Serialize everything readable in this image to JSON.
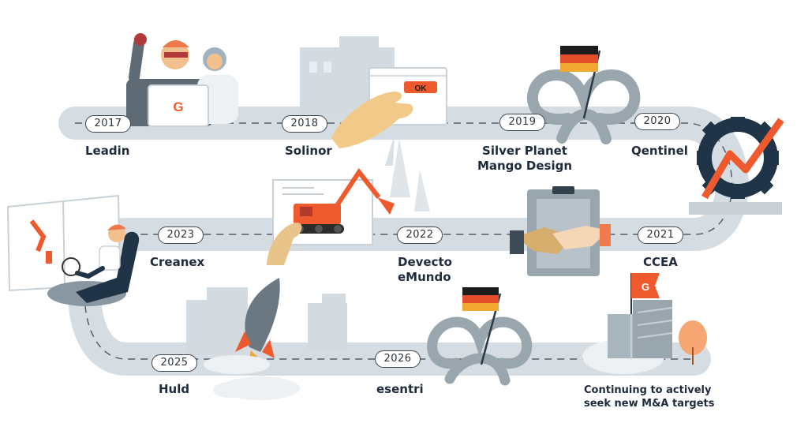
{
  "colors": {
    "road": "#d6dde2",
    "dash": "#555d66",
    "ink": "#1f2b3d",
    "accent": "#ee5a2e",
    "grey_building": "#c5ced4",
    "steel": "#9aa6ad",
    "dark_steel": "#1f3446",
    "skin": "#f3c98a"
  },
  "milestones": [
    {
      "year": "2017",
      "name": "Leadin"
    },
    {
      "year": "2018",
      "name": "Solinor"
    },
    {
      "year": "2019",
      "name": "Silver Planet",
      "name2": "Mango Design"
    },
    {
      "year": "2020",
      "name": "Qentinel"
    },
    {
      "year": "2021",
      "name": "CCEA"
    },
    {
      "year": "2022",
      "name": "Devecto",
      "name2": "eMundo"
    },
    {
      "year": "2023",
      "name": "Creanex"
    },
    {
      "year": "2025",
      "name": "Huld"
    },
    {
      "year": "2026",
      "name": "esentri"
    }
  ],
  "final_note": {
    "line1": "Continuing to actively",
    "line2": "seek new M&A targets"
  },
  "logo_letter": "G",
  "ok_button": "OK",
  "icons": [
    "people-laptop-icon",
    "browser-ok-icon",
    "pretzel-flag-icon",
    "gear-chart-icon",
    "handshake-clipboard-icon",
    "excavator-icon",
    "simulator-driver-icon",
    "rocket-icon",
    "pretzel-flag-icon",
    "office-building-icon"
  ]
}
